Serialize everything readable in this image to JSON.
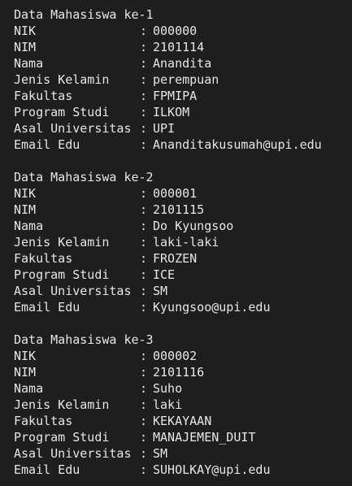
{
  "records": [
    {
      "title": "Data Mahasiswa ke-1",
      "fields": [
        {
          "label": "NIK",
          "value": "000000"
        },
        {
          "label": "NIM",
          "value": "2101114"
        },
        {
          "label": "Nama",
          "value": "Anandita"
        },
        {
          "label": "Jenis Kelamin",
          "value": "perempuan"
        },
        {
          "label": "Fakultas",
          "value": "FPMIPA"
        },
        {
          "label": "Program Studi",
          "value": "ILKOM"
        },
        {
          "label": "Asal Universitas",
          "value": "UPI"
        },
        {
          "label": "Email Edu",
          "value": "Ananditakusumah@upi.edu"
        }
      ]
    },
    {
      "title": "Data Mahasiswa ke-2",
      "fields": [
        {
          "label": "NIK",
          "value": "000001"
        },
        {
          "label": "NIM",
          "value": "2101115"
        },
        {
          "label": "Nama",
          "value": "Do Kyungsoo"
        },
        {
          "label": "Jenis Kelamin",
          "value": "laki-laki"
        },
        {
          "label": "Fakultas",
          "value": "FROZEN"
        },
        {
          "label": "Program Studi",
          "value": "ICE"
        },
        {
          "label": "Asal Universitas",
          "value": "SM"
        },
        {
          "label": "Email Edu",
          "value": "Kyungsoo@upi.edu"
        }
      ]
    },
    {
      "title": "Data Mahasiswa ke-3",
      "fields": [
        {
          "label": "NIK",
          "value": "000002"
        },
        {
          "label": "NIM",
          "value": "2101116"
        },
        {
          "label": "Nama",
          "value": "Suho"
        },
        {
          "label": "Jenis Kelamin",
          "value": "laki"
        },
        {
          "label": "Fakultas",
          "value": "KEKAYAAN"
        },
        {
          "label": "Program Studi",
          "value": "MANAJEMEN_DUIT"
        },
        {
          "label": "Asal Universitas",
          "value": "SM"
        },
        {
          "label": "Email Edu",
          "value": "SUHOLKAY@upi.edu"
        }
      ]
    }
  ],
  "separator": ":",
  "colors": {
    "background": "#1e1e1e",
    "text": "#e6e6e6"
  }
}
